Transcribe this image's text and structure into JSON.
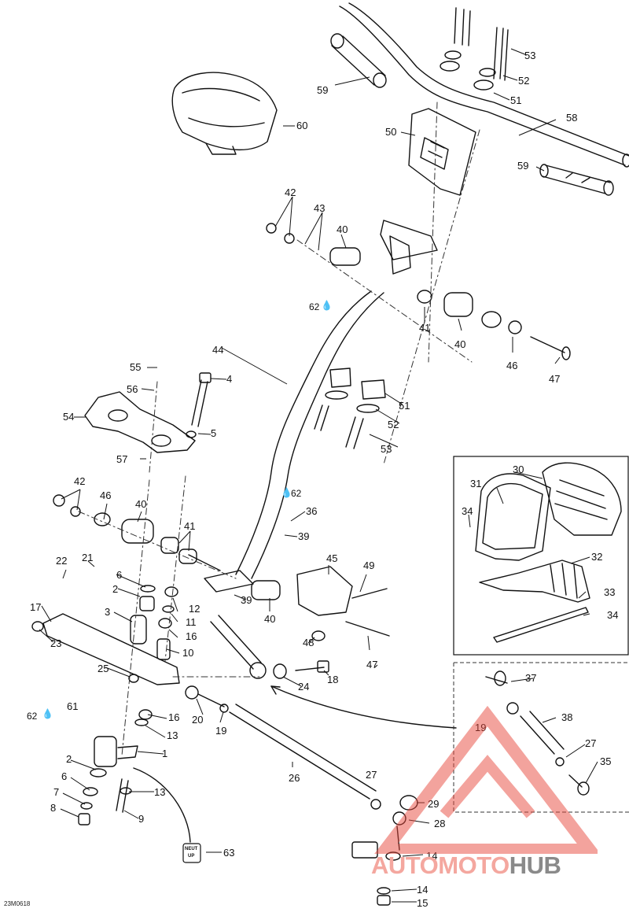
{
  "diagram": {
    "drawing_code": "23M0618",
    "callouts": {
      "c1": "1",
      "c2a": "2",
      "c2b": "2",
      "c3": "3",
      "c4": "4",
      "c5": "5",
      "c6a": "6",
      "c6b": "6",
      "c7": "7",
      "c8": "8",
      "c9": "9",
      "c10": "10",
      "c11": "11",
      "c12": "12",
      "c13a": "13",
      "c13b": "13",
      "c14a": "14",
      "c14b": "14",
      "c15": "15",
      "c16a": "16",
      "c16b": "16",
      "c17": "17",
      "c18": "18",
      "c19a": "19",
      "c19b": "19",
      "c20": "20",
      "c21": "21",
      "c22": "22",
      "c23": "23",
      "c24": "24",
      "c25": "25",
      "c26": "26",
      "c27a": "27",
      "c27b": "27",
      "c28": "28",
      "c29": "29",
      "c30": "30",
      "c31": "31",
      "c32": "32",
      "c33": "33",
      "c34a": "34",
      "c34b": "34",
      "c35": "35",
      "c36": "36",
      "c37": "37",
      "c38": "38",
      "c39a": "39",
      "c39b": "39",
      "c40a": "40",
      "c40b": "40",
      "c40c": "40",
      "c40d": "40",
      "c41a": "41",
      "c41b": "41",
      "c42a": "42",
      "c42b": "42",
      "c43": "43",
      "c44": "44",
      "c45": "45",
      "c46a": "46",
      "c46b": "46",
      "c47a": "47",
      "c47b": "47",
      "c48": "48",
      "c49": "49",
      "c50": "50",
      "c51a": "51",
      "c51b": "51",
      "c52a": "52",
      "c52b": "52",
      "c53a": "53",
      "c53b": "53",
      "c54": "54",
      "c55": "55",
      "c56": "56",
      "c57": "57",
      "c58": "58",
      "c59a": "59",
      "c59b": "59",
      "c60": "60",
      "c61": "61",
      "c62a": "62",
      "c62b": "62",
      "c62c": "62",
      "c63": "63"
    },
    "loctite_box": {
      "line1": "NEUT",
      "line2": "UP"
    }
  },
  "watermark": {
    "part1": "AUTO",
    "part2": "MOTO",
    "part3": "HUB",
    "accent_color": "#e8483c",
    "gray_color": "#8a8a8a"
  }
}
